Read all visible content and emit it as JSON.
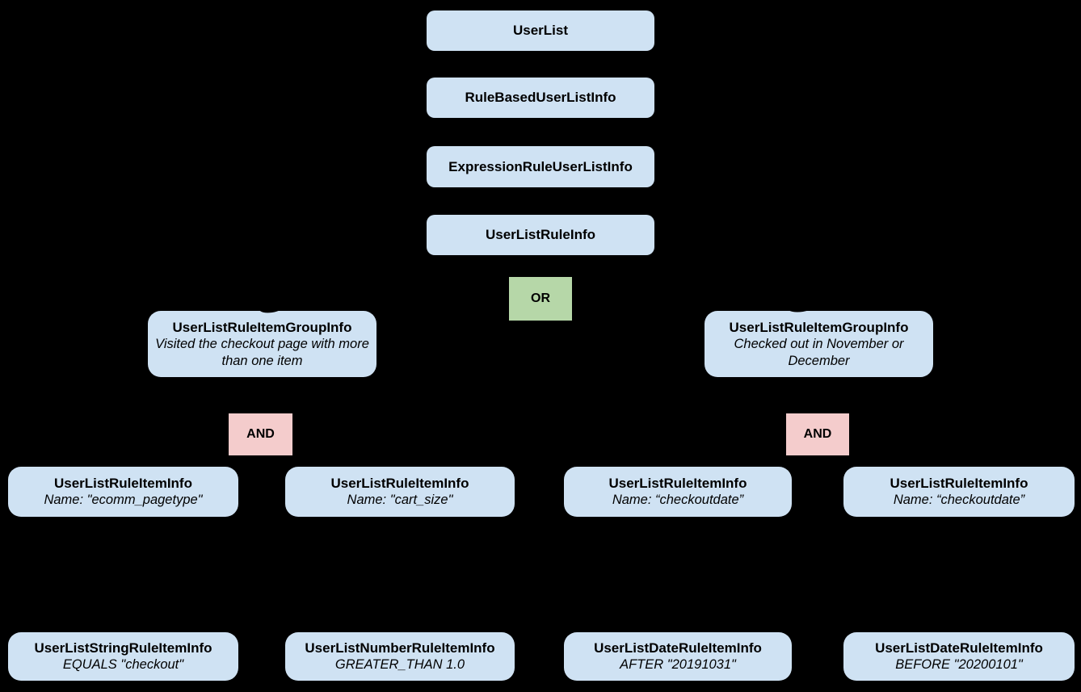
{
  "colors": {
    "background": "#000000",
    "node_fill": "#cfe2f3",
    "or_fill": "#b6d7a8",
    "and_fill": "#f4cccc",
    "text": "#000000"
  },
  "chain": [
    {
      "label": "UserList"
    },
    {
      "label": "RuleBasedUserListInfo"
    },
    {
      "label": "ExpressionRuleUserListInfo"
    },
    {
      "label": "UserListRuleInfo"
    }
  ],
  "operators": {
    "or": "OR",
    "and_left": "AND",
    "and_right": "AND"
  },
  "groups": [
    {
      "title": "UserListRuleItemGroupInfo",
      "description": "Visited the checkout page with more than one item"
    },
    {
      "title": "UserListRuleItemGroupInfo",
      "description": "Checked out in November or December"
    }
  ],
  "rule_items": [
    {
      "title": "UserListRuleItemInfo",
      "detail": "Name: \"ecomm_pagetype\""
    },
    {
      "title": "UserListRuleItemInfo",
      "detail": "Name: \"cart_size\""
    },
    {
      "title": "UserListRuleItemInfo",
      "detail": "Name: “checkoutdate”"
    },
    {
      "title": "UserListRuleItemInfo",
      "detail": "Name: “checkoutdate”"
    }
  ],
  "operands": [
    {
      "title": "UserListStringRuleItemInfo",
      "detail": "EQUALS \"checkout\""
    },
    {
      "title": "UserListNumberRuleItemInfo",
      "detail": "GREATER_THAN 1.0"
    },
    {
      "title": "UserListDateRuleItemInfo",
      "detail": "AFTER \"20191031\""
    },
    {
      "title": "UserListDateRuleItemInfo",
      "detail": "BEFORE \"20200101\""
    }
  ]
}
